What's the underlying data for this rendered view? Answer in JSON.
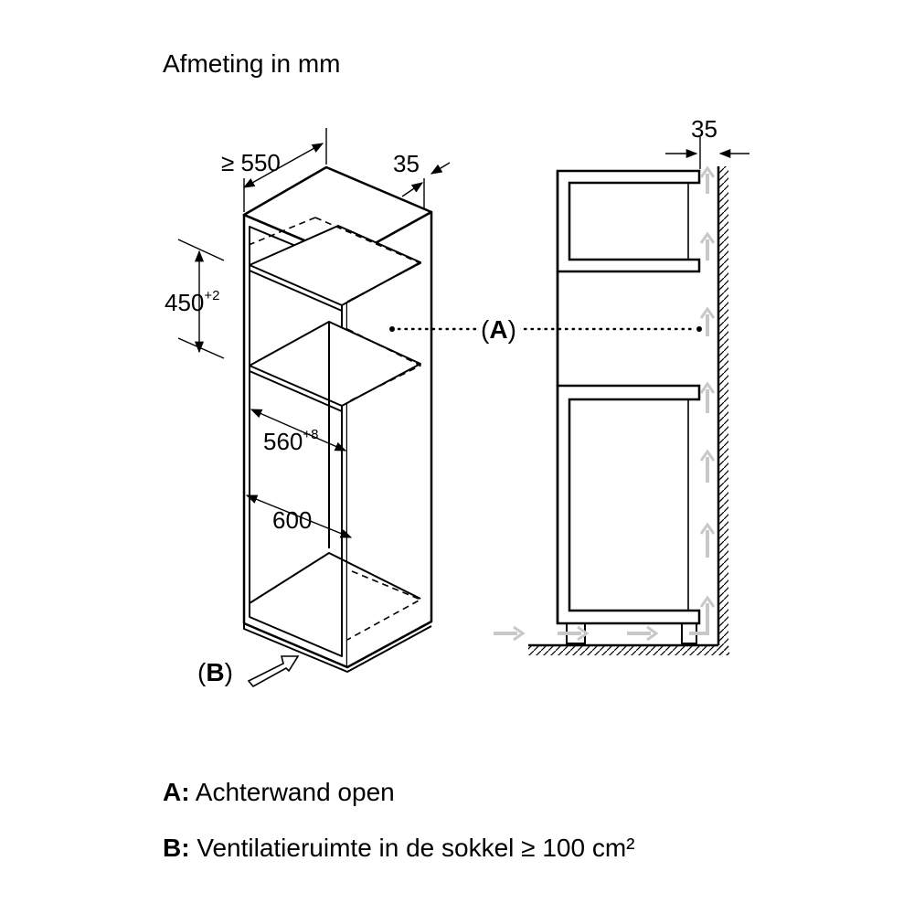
{
  "title": "Afmeting in mm",
  "dimensions": {
    "depth": "≥ 550",
    "gap_top": "35",
    "gap_side": "35",
    "height_main": "450",
    "height_main_tol": "+2",
    "width_inner": "560",
    "width_inner_tol": "+8",
    "width_outer": "600"
  },
  "markers": {
    "a_letter": "A",
    "b_letter": "B"
  },
  "legend": {
    "a_key": "A:",
    "a_text": "Achterwand open",
    "b_key": "B:",
    "b_text": "Ventilatieruimte in de sokkel ≥ 100 cm²"
  },
  "colors": {
    "line": "#000000",
    "airflow_arrow": "#c8c8c8"
  }
}
